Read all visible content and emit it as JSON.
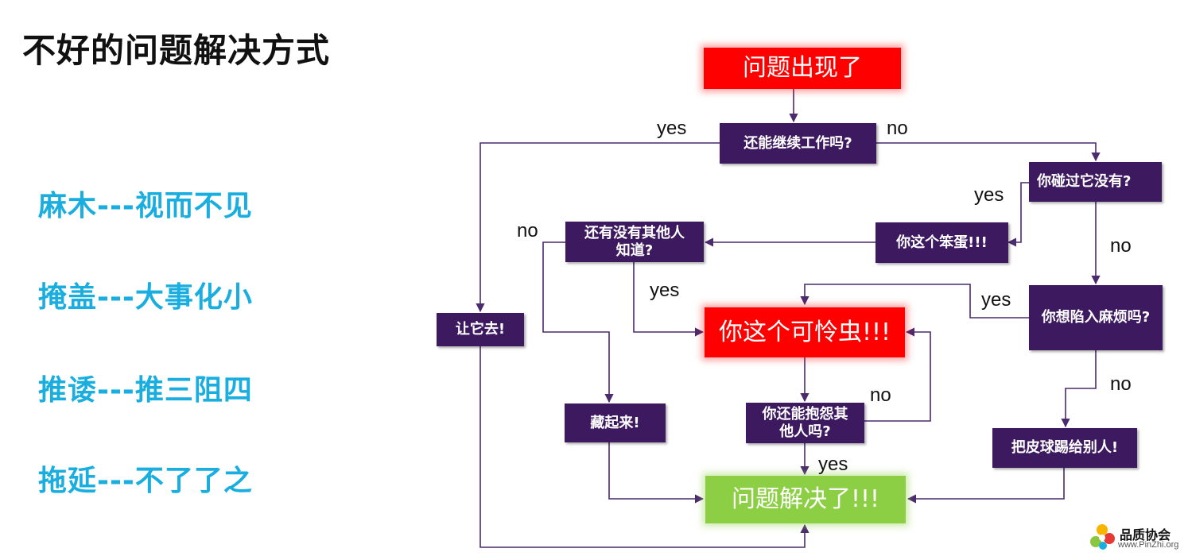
{
  "title": "不好的问题解决方式",
  "items": [
    "麻木---视而不见",
    "掩盖---大事化小",
    "推诿---推三阻四",
    "拖延---不了了之"
  ],
  "nodes": {
    "problem_appeared": "问题出现了",
    "can_work": "还能继续工作吗?",
    "touched_it": "你碰过它没有?",
    "idiot": "你这个笨蛋!!!",
    "others_know": "还有没有其他人知道?",
    "let_it_go": "让它去!",
    "poor_bug": "你这个可怜虫!!!",
    "want_trouble": "你想陷入麻烦吗?",
    "hide_it": "藏起来!",
    "blame_others": "你还能抱怨其他人吗?",
    "kick_ball": "把皮球踢给别人!",
    "solved": "问题解决了!!!"
  },
  "edge_labels": {
    "can_work_yes": "yes",
    "can_work_no": "no",
    "touched_yes": "yes",
    "touched_no": "no",
    "others_no": "no",
    "others_yes": "yes",
    "trouble_yes": "yes",
    "trouble_no": "no",
    "blame_no": "no",
    "blame_yes": "yes"
  },
  "colors": {
    "node_purple": "#3d1a5f",
    "node_red": "#ff0000",
    "node_green": "#8ccf44",
    "item_text": "#1aaee0",
    "edge": "#4b2a6e"
  },
  "logo": {
    "name": "品质协会",
    "url": "www.PinZhi.org"
  }
}
